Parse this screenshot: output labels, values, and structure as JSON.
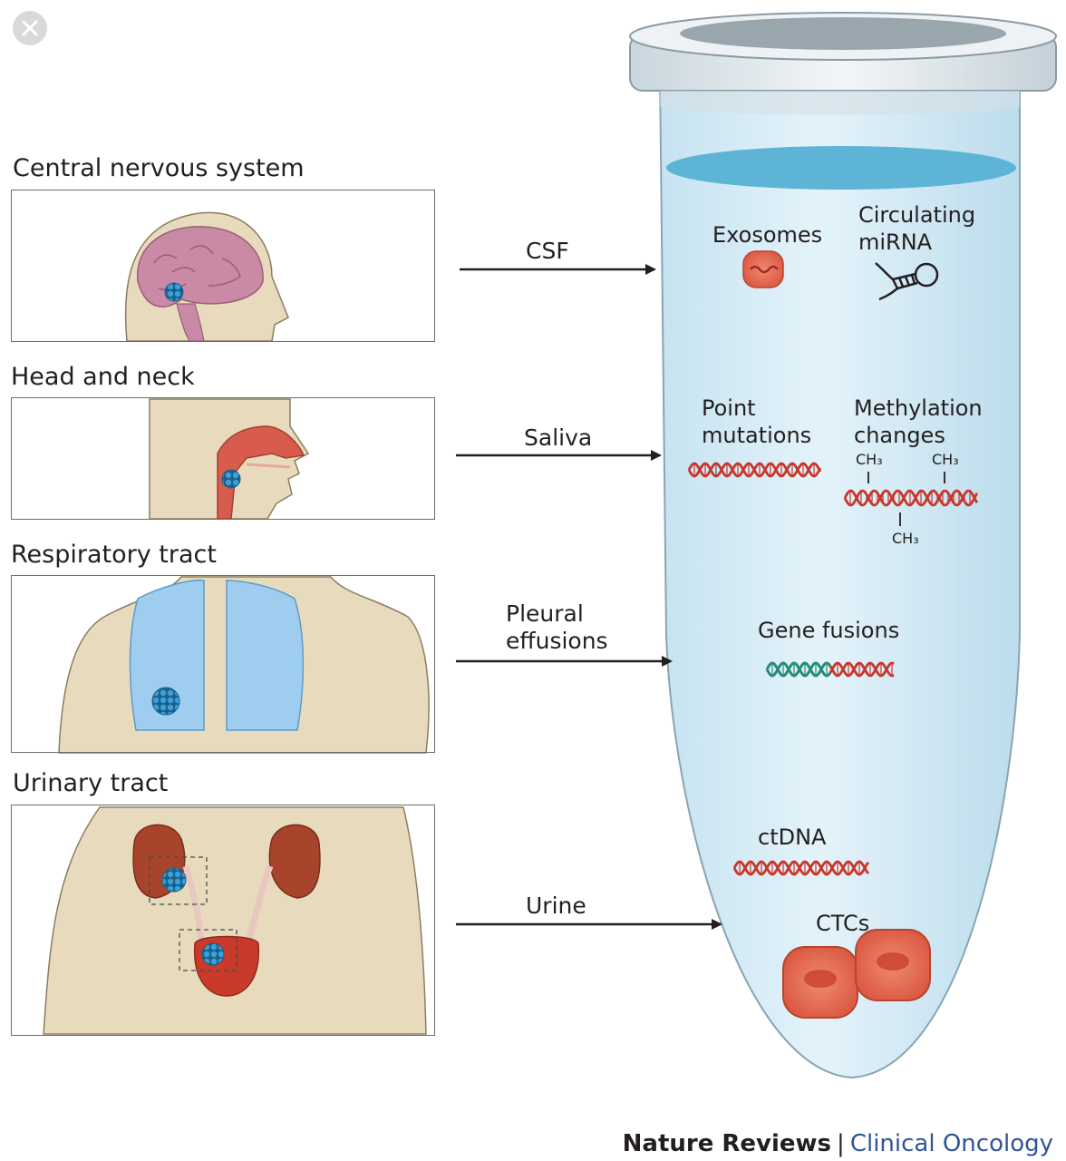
{
  "panels": [
    {
      "title": "Central nervous system",
      "fluid": "CSF"
    },
    {
      "title": "Head and neck",
      "fluid": "Saliva"
    },
    {
      "title": "Respiratory tract",
      "fluid": "Pleural\neffusions"
    },
    {
      "title": "Urinary tract",
      "fluid": "Urine"
    }
  ],
  "tube_labels": {
    "exosomes": "Exosomes",
    "circulating_mirna": "Circulating\nmiRNA",
    "point_mutations": "Point\nmutations",
    "methylation": "Methylation\nchanges",
    "gene_fusions": "Gene fusions",
    "ctdna": "ctDNA",
    "ctcs": "CTCs",
    "ch3": "CH₃"
  },
  "footer": {
    "journal": "Nature Reviews",
    "separator": "|",
    "section": "Clinical Oncology"
  },
  "colors": {
    "tube_fluid": "#d6ecf6",
    "fluid_surface": "#5eb4d6",
    "dna": "#c8362b",
    "tumour": "#2e8fc7",
    "skin": "#e8dbbd",
    "lung": "#9fcdf0"
  },
  "icons": {
    "close": "close-icon"
  }
}
